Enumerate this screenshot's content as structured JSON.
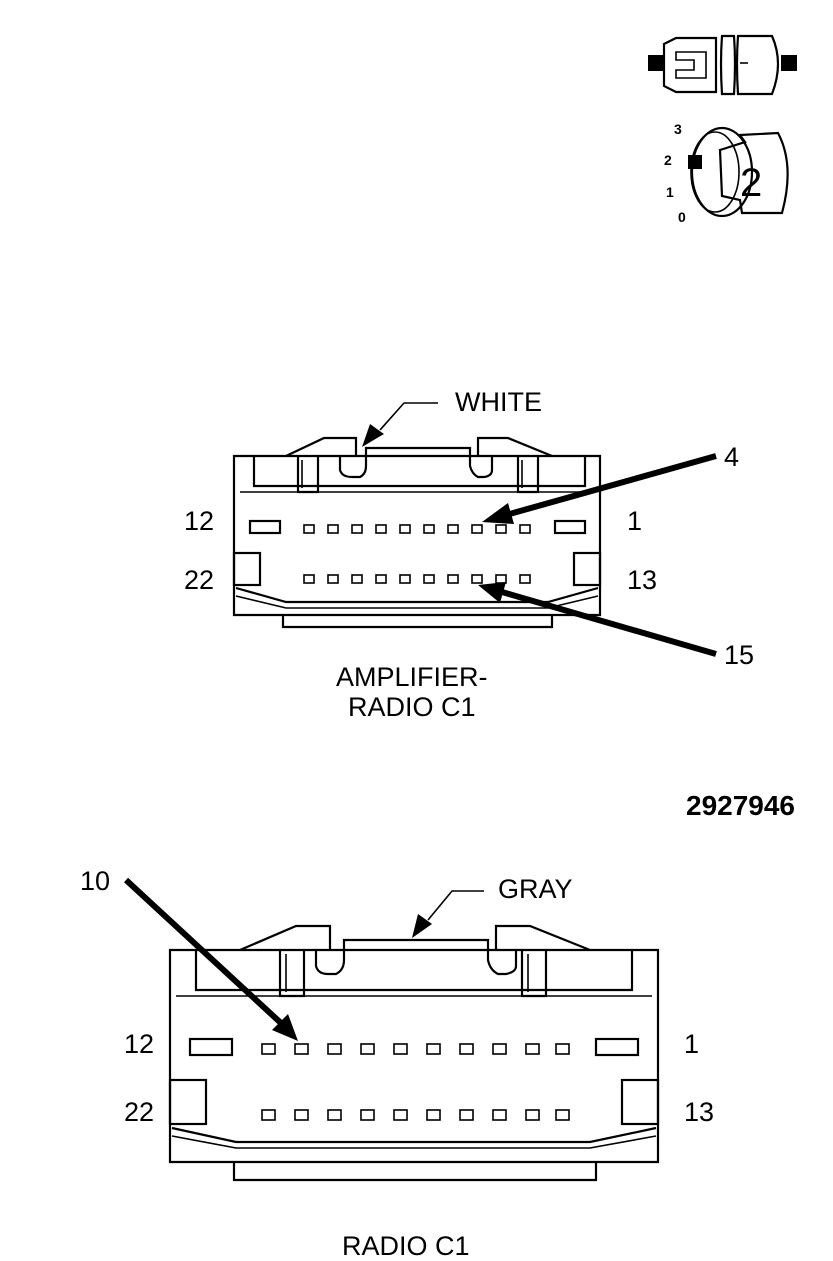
{
  "figure_number": "2927946",
  "key_icon": {
    "positions": [
      "3",
      "2",
      "1",
      "0"
    ],
    "key_number": "2"
  },
  "connectors": [
    {
      "id": "amplifier",
      "name_line1": "AMPLIFIER-",
      "name_line2": "RADIO C1",
      "color": "WHITE",
      "row_labels": {
        "top_left": "12",
        "top_right": "1",
        "bottom_left": "22",
        "bottom_right": "13"
      },
      "callouts": [
        "4",
        "15"
      ]
    },
    {
      "id": "radio",
      "name_line1": "RADIO C1",
      "color": "GRAY",
      "row_labels": {
        "top_left": "12",
        "top_right": "1",
        "bottom_left": "22",
        "bottom_right": "13"
      },
      "callouts": [
        "10"
      ]
    }
  ]
}
